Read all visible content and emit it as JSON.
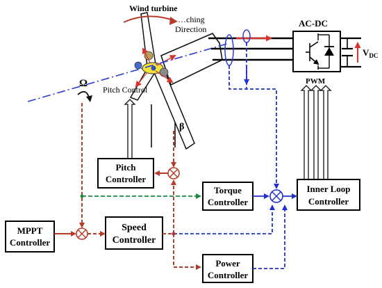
{
  "labels": {
    "wind_turbine": "Wind turbine",
    "pitching_direction_line1": "…ching",
    "pitching_direction_line2": "Direction",
    "pitch_control": "Pitch Control",
    "omega": "Ω",
    "beta": "β",
    "ac_dc": "AC-DC",
    "vdc_main": "V",
    "vdc_sub": "DC",
    "pwm": "PWM"
  },
  "blocks": {
    "mppt": [
      "MPPT",
      "Controller"
    ],
    "speed": [
      "Speed",
      "Controller"
    ],
    "pitch": [
      "Pitch",
      "Controller"
    ],
    "torque": [
      "Torque",
      "Controller"
    ],
    "power": [
      "Power",
      "Controller"
    ],
    "inner": [
      "Inner Loop",
      "Controller"
    ]
  },
  "colors": {
    "red_signal": "#b83a2a",
    "blue_signal": "#1f2fd0",
    "green_signal": "#1a8a3a",
    "axis_blue": "#2a3bd6",
    "hub_yellow": "#f2e23a",
    "red_arrow": "#d9342b"
  }
}
